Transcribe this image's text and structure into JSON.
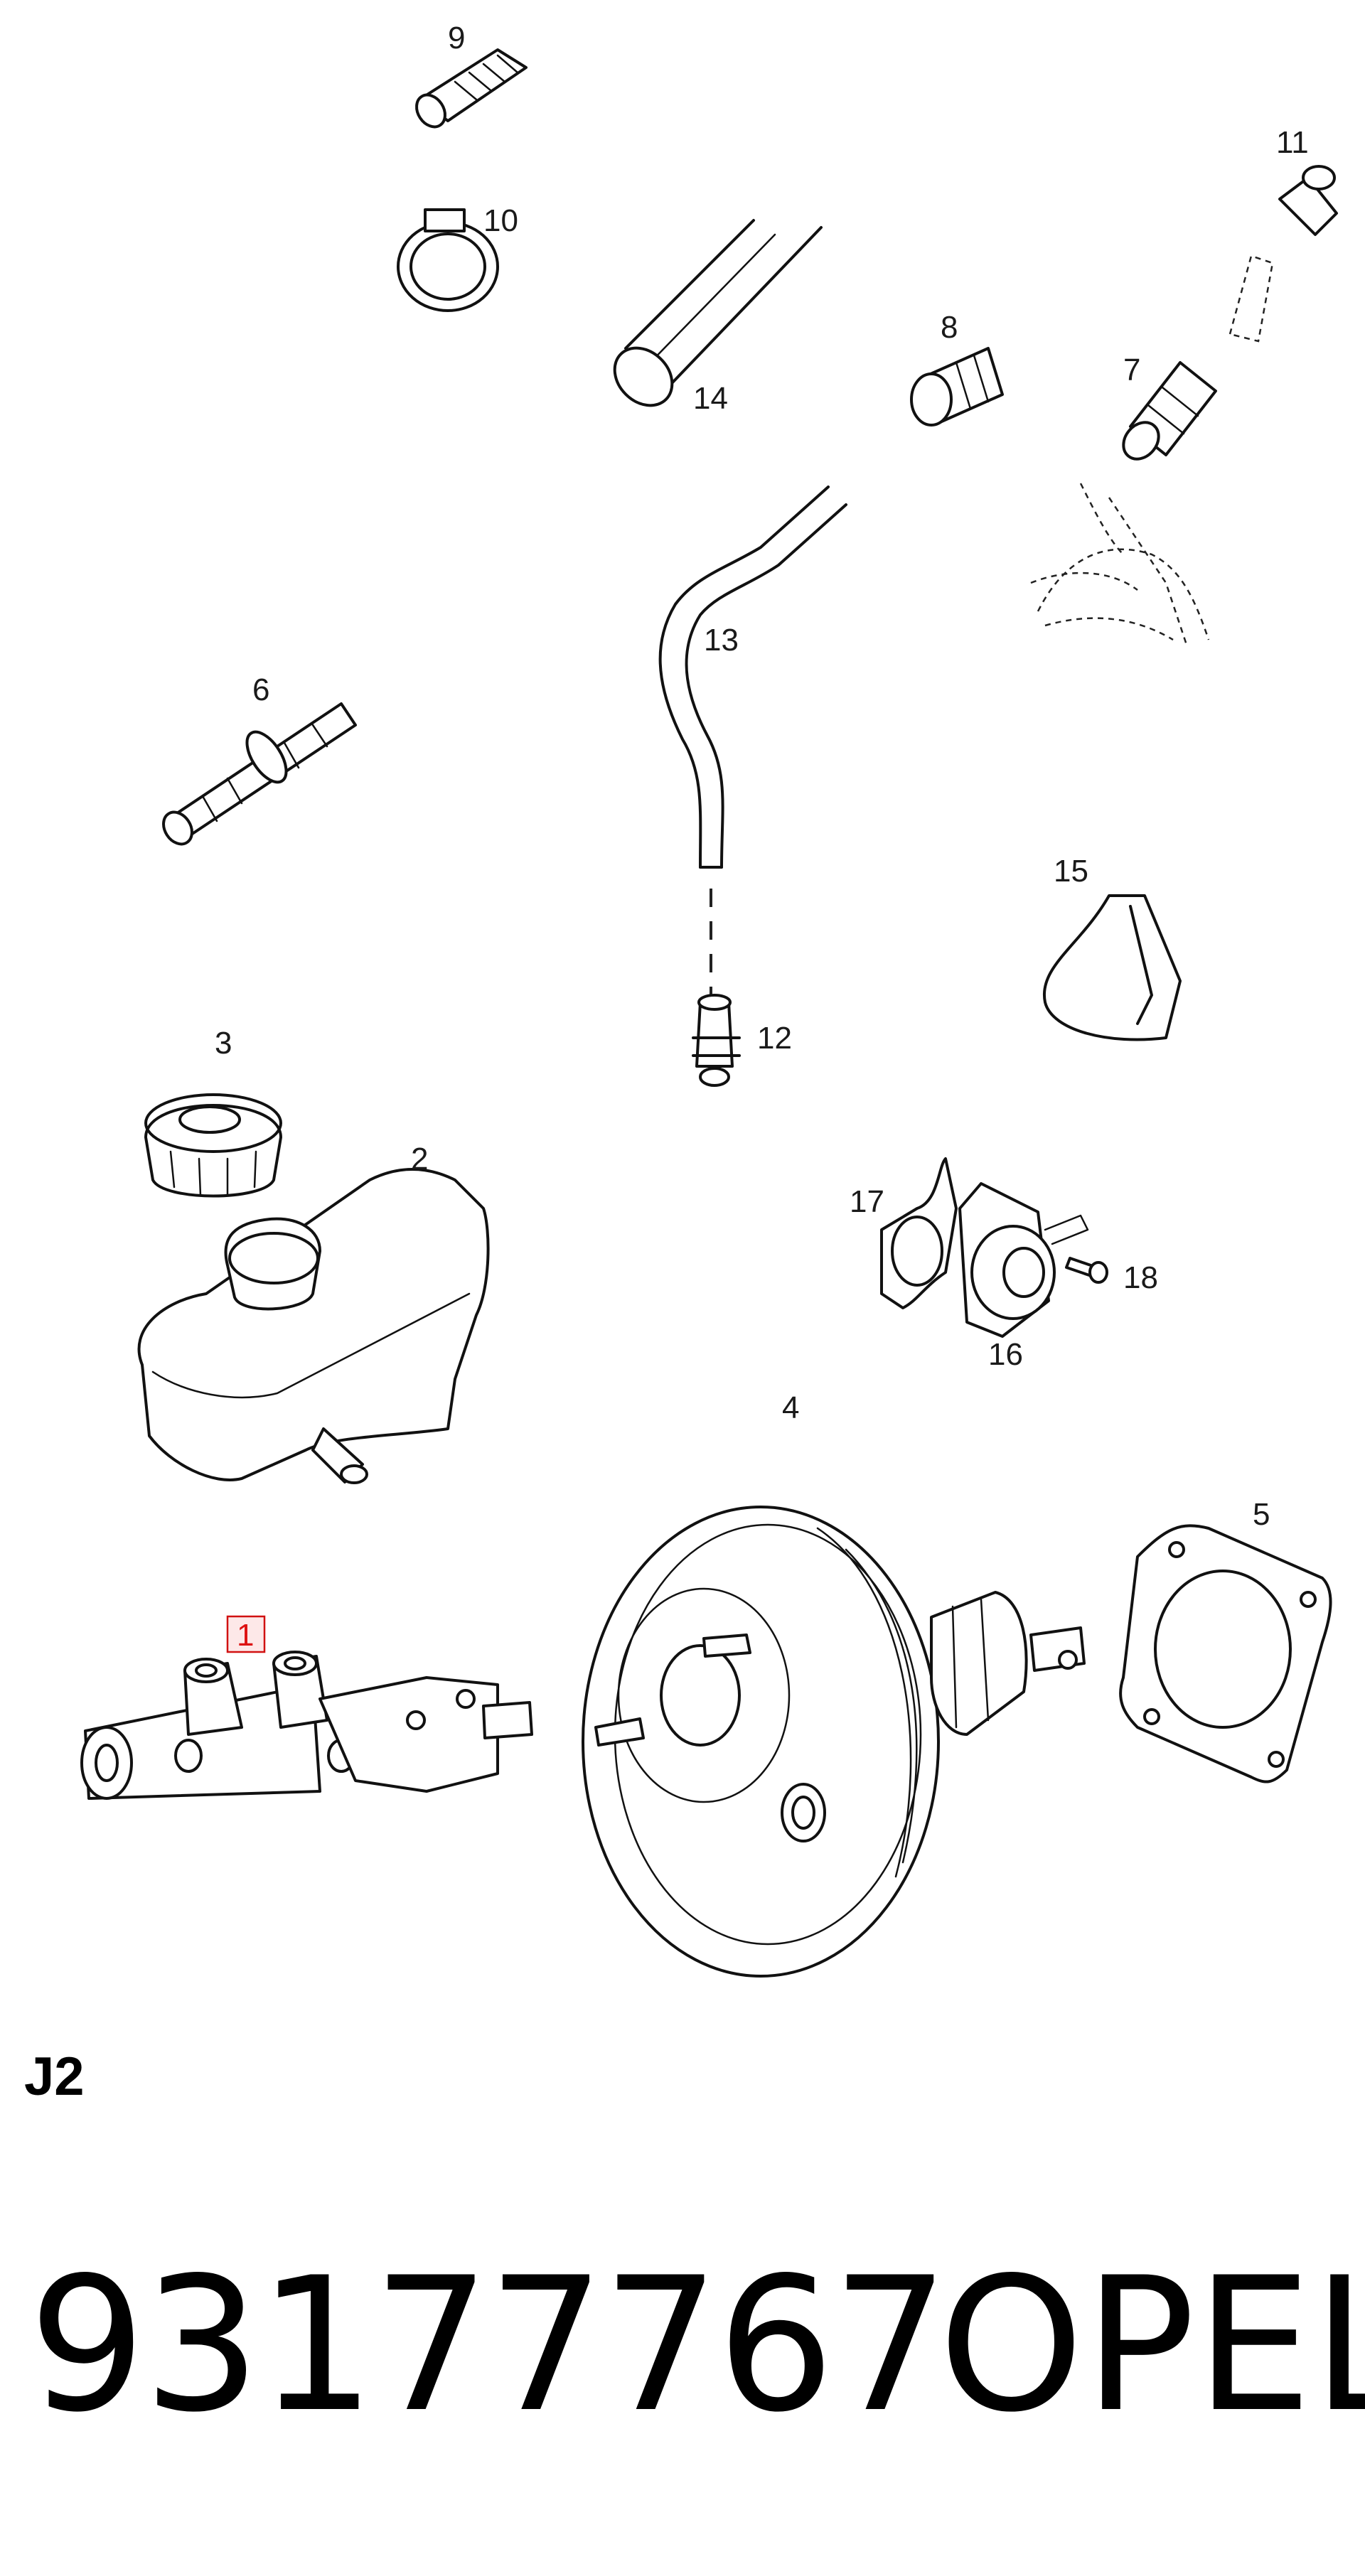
{
  "diagram": {
    "callouts": {
      "c1": "1",
      "c2": "2",
      "c3": "3",
      "c4": "4",
      "c5": "5",
      "c6": "6",
      "c7": "7",
      "c8": "8",
      "c9": "9",
      "c10": "10",
      "c11": "11",
      "c12": "12",
      "c13": "13",
      "c14": "14",
      "c15": "15",
      "c16": "16",
      "c17": "17",
      "c18": "18"
    },
    "highlight_color": "#d11111"
  },
  "footer": {
    "section_code": "J2",
    "part_number": "93177767",
    "brand": "OPEL"
  }
}
